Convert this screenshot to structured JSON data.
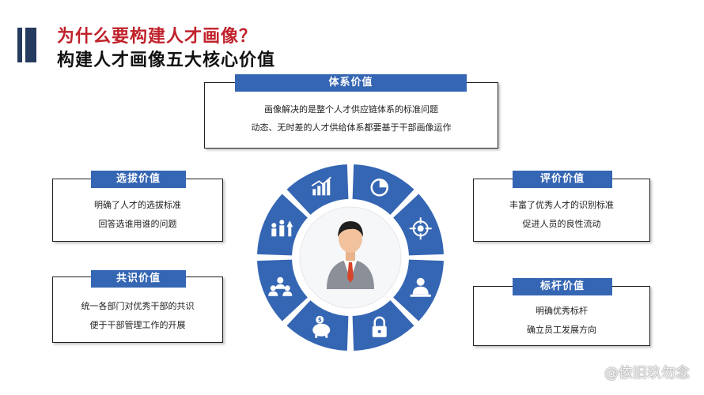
{
  "header": {
    "question": "为什么要构建人才画像？",
    "subtitle": "构建人才画像五大核心价值"
  },
  "values": {
    "system": {
      "label": "体系价值",
      "lines": [
        "画像解决的是整个人才供应链体系的标准问题",
        "动态、无时差的人才供给体系都要基于干部画像运作"
      ]
    },
    "selection": {
      "label": "选拔价值",
      "lines": [
        "明确了人才的选拔标准",
        "回答选谁用谁的问题"
      ]
    },
    "evaluation": {
      "label": "评价价值",
      "lines": [
        "丰富了优秀人才的识别标准",
        "促进人员的良性流动"
      ]
    },
    "consensus": {
      "label": "共识价值",
      "lines": [
        "统一各部门对优秀干部的共识",
        "便于干部管理工作的开展"
      ]
    },
    "benchmark": {
      "label": "标杆价值",
      "lines": [
        "明确优秀标杆",
        "确立员工发展方向"
      ]
    }
  },
  "wheel": {
    "icons": [
      "pie-chart-icon",
      "target-icon",
      "presenter-icon",
      "lock-icon",
      "piggy-bank-icon",
      "team-icon",
      "growth-people-icon",
      "bar-chart-icon"
    ],
    "color": "#3566b3"
  },
  "watermark": "@依旧玖勿念"
}
